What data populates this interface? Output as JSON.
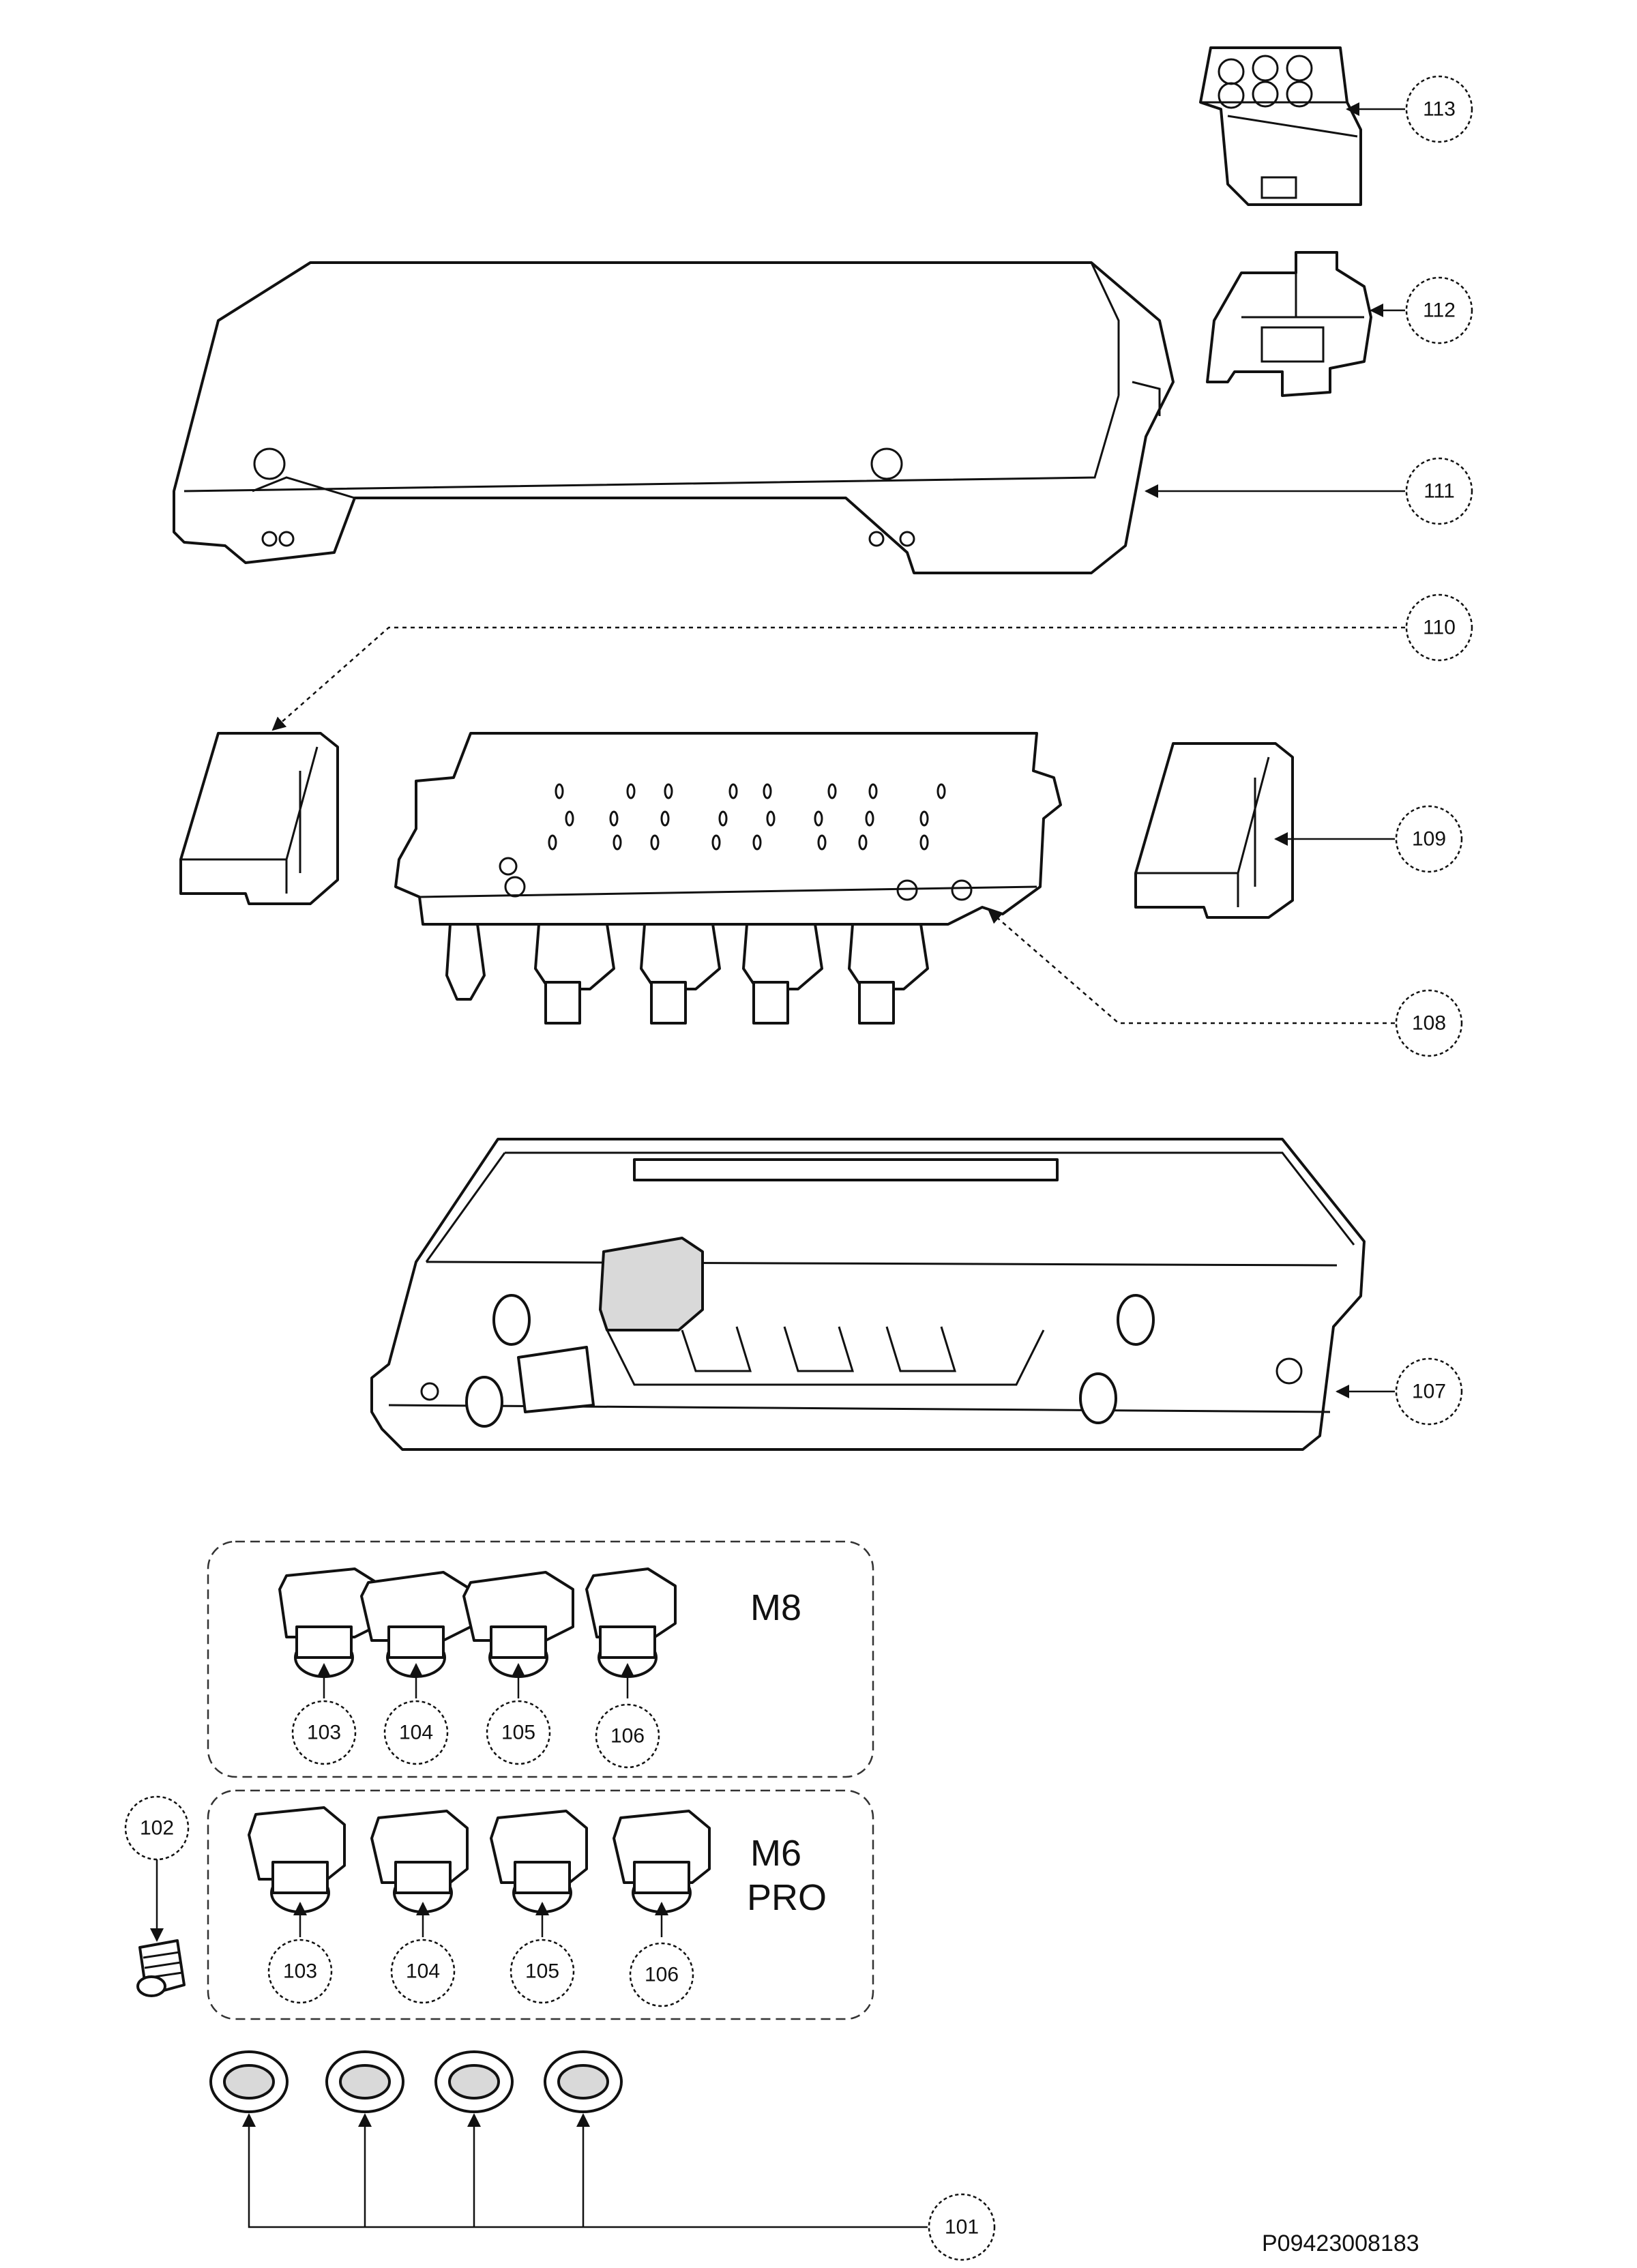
{
  "callouts": {
    "c101": "101",
    "c102": "102",
    "c103": "103",
    "c104": "104",
    "c105": "105",
    "c106": "106",
    "c107": "107",
    "c108": "108",
    "c109": "109",
    "c110": "110",
    "c111": "111",
    "c112": "112",
    "c113": "113"
  },
  "variants": {
    "m8": "M8",
    "m6_line1": "M6",
    "m6_line2": "PRO"
  },
  "drawing_number": "P09423008183"
}
